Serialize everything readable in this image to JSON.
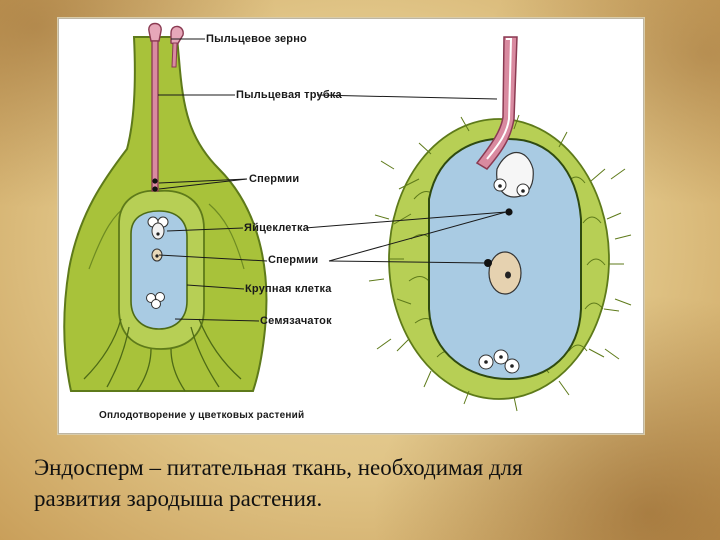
{
  "figure": {
    "labels": {
      "pollen_grain": "Пыльцевое зерно",
      "pollen_tube": "Пыльцевая трубка",
      "sperm_1": "Спермии",
      "egg_cell": "Яйцеклетка",
      "sperm_2": "Спермии",
      "large_cell": "Крупная клетка",
      "ovule": "Семязачаток"
    },
    "caption": "Оплодотворение у цветковых растений"
  },
  "text": {
    "line1": "Эндосперм – питательная ткань, необходимая для",
    "line2": "развития зародыша растения."
  },
  "colors": {
    "tissue_green": "#a8c23a",
    "cell_green": "#b7cf55",
    "cavity_blue": "#a9cbe3",
    "tube_pink": "#d98aa0",
    "background_parchment": "#e0c486"
  }
}
